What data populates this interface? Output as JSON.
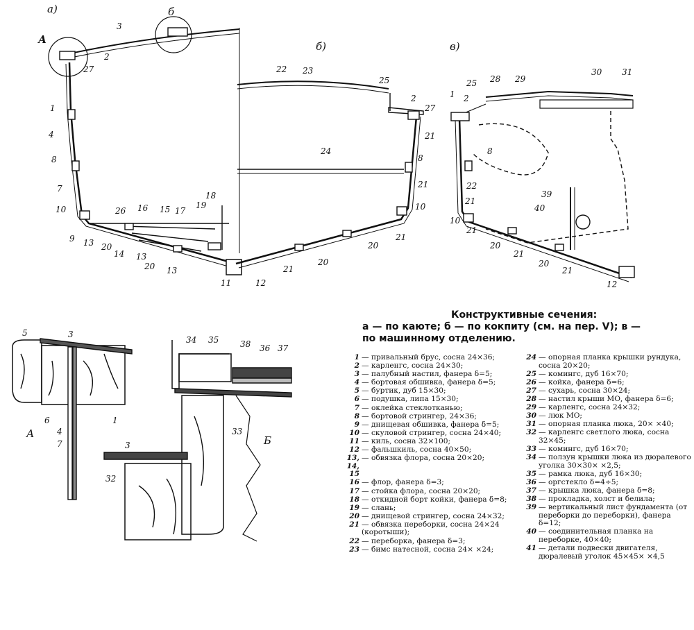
{
  "view_labels": {
    "a": "а)",
    "b": "б)",
    "v": "в)",
    "detail_a_mark": "А",
    "detail_b_mark": "б",
    "detail_A": "А",
    "detail_B": "Б"
  },
  "callouts_a": [
    "3",
    "2",
    "27",
    "1",
    "4",
    "8",
    "7",
    "10",
    "9",
    "13",
    "20",
    "14",
    "13",
    "13",
    "20",
    "11",
    "12",
    "26",
    "16",
    "15",
    "17",
    "19",
    "18"
  ],
  "callouts_b": [
    "22",
    "23",
    "25",
    "2",
    "27",
    "21",
    "24",
    "8",
    "21",
    "10",
    "21",
    "20",
    "21",
    "20"
  ],
  "callouts_v": [
    "28",
    "29",
    "30",
    "31",
    "25",
    "2",
    "1",
    "8",
    "22",
    "21",
    "10",
    "39",
    "40",
    "21",
    "20",
    "21",
    "20",
    "21",
    "12"
  ],
  "callouts_A": [
    "5",
    "3",
    "6",
    "1",
    "4",
    "7"
  ],
  "callouts_B": [
    "34",
    "35",
    "38",
    "36",
    "37",
    "3",
    "33",
    "32"
  ],
  "caption": {
    "title": "Конструктивные сечения:",
    "line1": "а — по каюте; б — по кокпиту (см. на пер. V); в —",
    "line2": "по машинному отделению."
  },
  "legend_left": [
    {
      "num": "1",
      "text": "— привальный брус, сосна 24×36;"
    },
    {
      "num": "2",
      "text": "— карленгс, сосна 24×30;"
    },
    {
      "num": "3",
      "text": "— палубный настил, фанера δ=5;"
    },
    {
      "num": "4",
      "text": "— бортовая обшивка, фанера δ=5;"
    },
    {
      "num": "5",
      "text": "— буртик, дуб 15×30;"
    },
    {
      "num": "6",
      "text": "— подушка, липа 15×30;"
    },
    {
      "num": "7",
      "text": "— оклейка стеклотканью;"
    },
    {
      "num": "8",
      "text": "— бортовой стрингер, 24×36;"
    },
    {
      "num": "9",
      "text": "— днищевая обшивка, фанера δ=5;"
    },
    {
      "num": "10",
      "text": "— скуловой стрингер, сосна 24×40;"
    },
    {
      "num": "11",
      "text": "— киль, сосна 32×100;"
    },
    {
      "num": "12",
      "text": "— фальшкиль, сосна 40×50;"
    },
    {
      "num": "13, 14, 15",
      "text": "— обвязка флора, сосна 20×20;"
    },
    {
      "num": "16",
      "text": "— флор, фанера δ=3;"
    },
    {
      "num": "17",
      "text": "— стойка флора, сосна 20×20;"
    },
    {
      "num": "18",
      "text": "— откидной борт койки, фанера δ=8;"
    },
    {
      "num": "19",
      "text": "— слань;"
    },
    {
      "num": "20",
      "text": "— днищевой стрингер, сосна 24×32;"
    },
    {
      "num": "21",
      "text": "— обвязка переборки, сосна 24×24 (коротыши);"
    },
    {
      "num": "22",
      "text": "— переборка, фанера δ=3;"
    },
    {
      "num": "23",
      "text": "— бимс натесной, сосна 24× ×24;"
    }
  ],
  "legend_right": [
    {
      "num": "24",
      "text": "— опорная планка крышки рундука, сосна 20×20;"
    },
    {
      "num": "25",
      "text": "— комингс, дуб 16×70;"
    },
    {
      "num": "26",
      "text": "— койка, фанера δ=6;"
    },
    {
      "num": "27",
      "text": "— сухарь, сосна 30×24;"
    },
    {
      "num": "28",
      "text": "— настил крыши МО, фанера δ=6;"
    },
    {
      "num": "29",
      "text": "— карленгс, сосна 24×32;"
    },
    {
      "num": "30",
      "text": "— люк МО;"
    },
    {
      "num": "31",
      "text": "— опорная планка люка, 20× ×40;"
    },
    {
      "num": "32",
      "text": "— карленгс светлого люка, сосна 32×45;"
    },
    {
      "num": "33",
      "text": "— комингс, дуб 16×70;"
    },
    {
      "num": "34",
      "text": "— ползун крышки люка из дюралевого уголка 30×30× ×2,5;"
    },
    {
      "num": "35",
      "text": "— рамка люка, дуб 16×30;"
    },
    {
      "num": "36",
      "text": "— оргстекло δ=4÷5;"
    },
    {
      "num": "37",
      "text": "— крышка люка, фанера δ=8;"
    },
    {
      "num": "38",
      "text": "— прокладка, холст и белила;"
    },
    {
      "num": "39",
      "text": "— вертикальный лист фундамента (от переборки до переборки), фанера δ=12;"
    },
    {
      "num": "40",
      "text": "— соединительная планка на переборке, 40×40;"
    },
    {
      "num": "41",
      "text": "— детали подвески двигателя, дюралевый уголок 45×45× ×4,5"
    }
  ]
}
